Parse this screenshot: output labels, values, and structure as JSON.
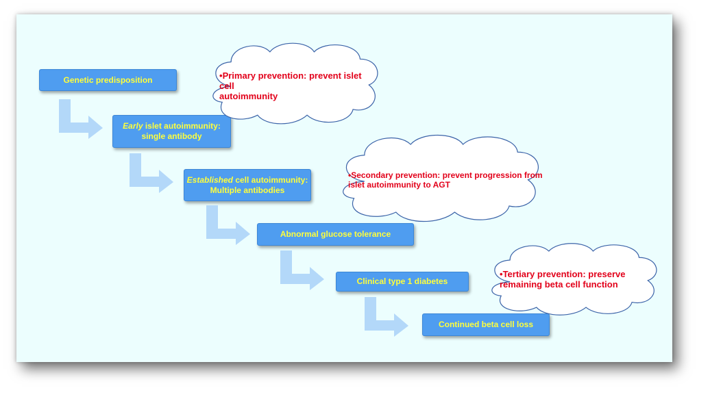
{
  "steps": [
    {
      "line1": "Genetic predisposition"
    },
    {
      "italic": "Early",
      "line1_rest": " islet autoimmunity:",
      "line2": "single antibody"
    },
    {
      "italic": "Established",
      "line1_rest": " cell autoimmunity:",
      "line2": "Multiple antibodies"
    },
    {
      "line1": "Abnormal glucose tolerance"
    },
    {
      "line1": "Clinical type 1 diabetes"
    },
    {
      "line1": "Continued beta cell loss"
    }
  ],
  "clouds": [
    {
      "bullet": "•",
      "line1": "Primary prevention: prevent islet cell",
      "line2": "autoimmunity"
    },
    {
      "bullet": "•",
      "line1": "Secondary prevention: prevent progression from",
      "line2": "islet autoimmunity to AGT"
    },
    {
      "bullet": "•",
      "line1": "Tertiary prevention: preserve",
      "line2": "remaining beta cell function"
    }
  ],
  "colors": {
    "slide_background": "#ecfefe",
    "box_fill": "#4f9df0",
    "box_text": "#ffff3c",
    "arrow_fill": "#b3d8f9",
    "cloud_stroke": "#3b63a8",
    "cloud_text": "#e2001a"
  }
}
